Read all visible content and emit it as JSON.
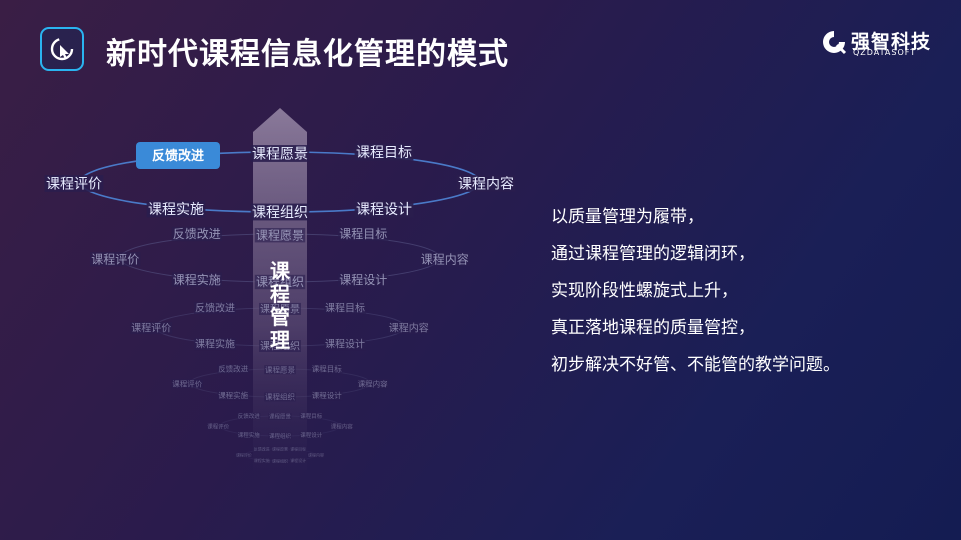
{
  "header": {
    "title": "新时代课程信息化管理的模式",
    "icon": "cursor-target-icon"
  },
  "logo": {
    "name": "强智科技",
    "sub": "QZDATASOFT"
  },
  "diagram": {
    "center_label": [
      "课",
      "程",
      "管",
      "理"
    ],
    "highlight_badge": "反馈改进",
    "rings": [
      {
        "labels": {
          "feedback": "反馈改进",
          "vision": "课程愿景",
          "goal": "课程目标",
          "evaluation": "课程评价",
          "content": "课程内容",
          "implementation": "课程实施",
          "organization": "课程组织",
          "design": "课程设计"
        }
      },
      {
        "labels": {
          "feedback": "反馈改进",
          "vision": "课程愿景",
          "goal": "课程目标",
          "evaluation": "课程评价",
          "content": "课程内容",
          "implementation": "课程实施",
          "organization": "课程组织",
          "design": "课程设计"
        }
      },
      {
        "labels": {
          "feedback": "反馈改进",
          "vision": "课程愿景",
          "goal": "课程目标",
          "evaluation": "课程评价",
          "content": "课程内容",
          "implementation": "课程实施",
          "organization": "课程组织",
          "design": "课程设计"
        }
      },
      {
        "labels": {
          "feedback": "反馈改进",
          "vision": "课程愿景",
          "goal": "课程目标",
          "evaluation": "课程评价",
          "content": "课程内容",
          "implementation": "课程实施",
          "organization": "课程组织",
          "design": "课程设计"
        }
      },
      {
        "labels": {
          "feedback": "反馈改进",
          "vision": "课程愿景",
          "goal": "课程目标",
          "evaluation": "课程评价",
          "content": "课程内容",
          "implementation": "课程实施",
          "organization": "课程组织",
          "design": "课程设计"
        }
      },
      {
        "labels": {
          "feedback": "反馈改进",
          "vision": "课程愿景",
          "goal": "课程目标",
          "evaluation": "课程评价",
          "content": "课程内容",
          "implementation": "课程实施",
          "organization": "课程组织",
          "design": "课程设计"
        }
      }
    ]
  },
  "summary": {
    "lines": [
      "以质量管理为履带，",
      "通过课程管理的逻辑闭环，",
      "实现阶段性螺旋式上升，",
      "真正落地课程的质量管控，",
      "初步解决不好管、不能管的教学问题。"
    ]
  },
  "colors": {
    "accent": "#2ab4f0",
    "badge": "#3a8ad8"
  }
}
